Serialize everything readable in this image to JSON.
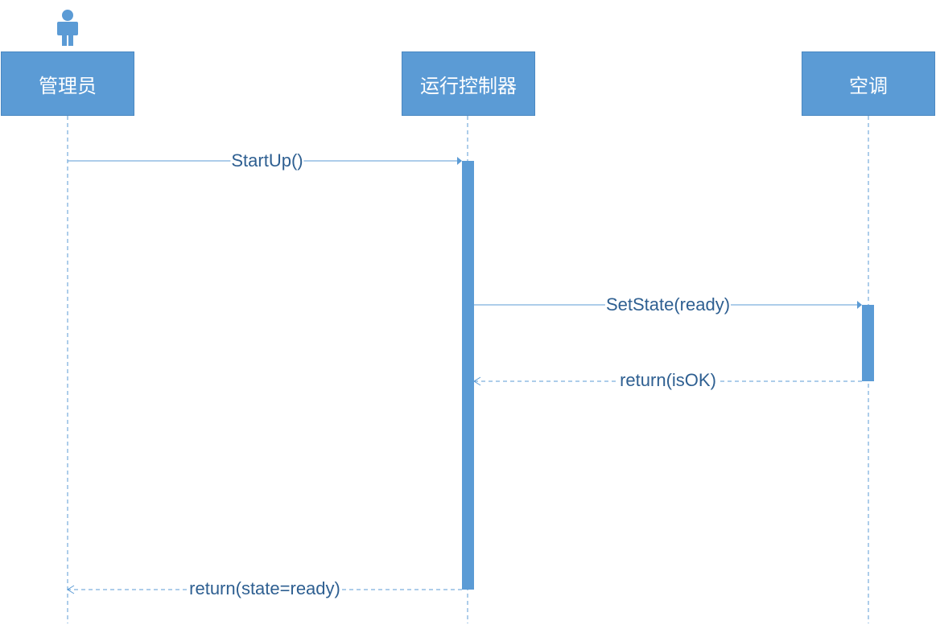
{
  "participants": [
    {
      "id": "admin",
      "label": "管理员",
      "is_actor": true
    },
    {
      "id": "controller",
      "label": "运行控制器",
      "is_actor": false
    },
    {
      "id": "ac",
      "label": "空调",
      "is_actor": false
    }
  ],
  "messages": [
    {
      "from": "admin",
      "to": "controller",
      "label": "StartUp()",
      "kind": "call"
    },
    {
      "from": "controller",
      "to": "ac",
      "label": "SetState(ready)",
      "kind": "call"
    },
    {
      "from": "ac",
      "to": "controller",
      "label": "return(isOK)",
      "kind": "return"
    },
    {
      "from": "controller",
      "to": "admin",
      "label": "return(state=ready)",
      "kind": "return"
    }
  ],
  "colors": {
    "box_fill": "#5b9bd5",
    "box_text": "#ffffff",
    "line": "#5b9bd5",
    "label_text": "#2e5f91"
  }
}
